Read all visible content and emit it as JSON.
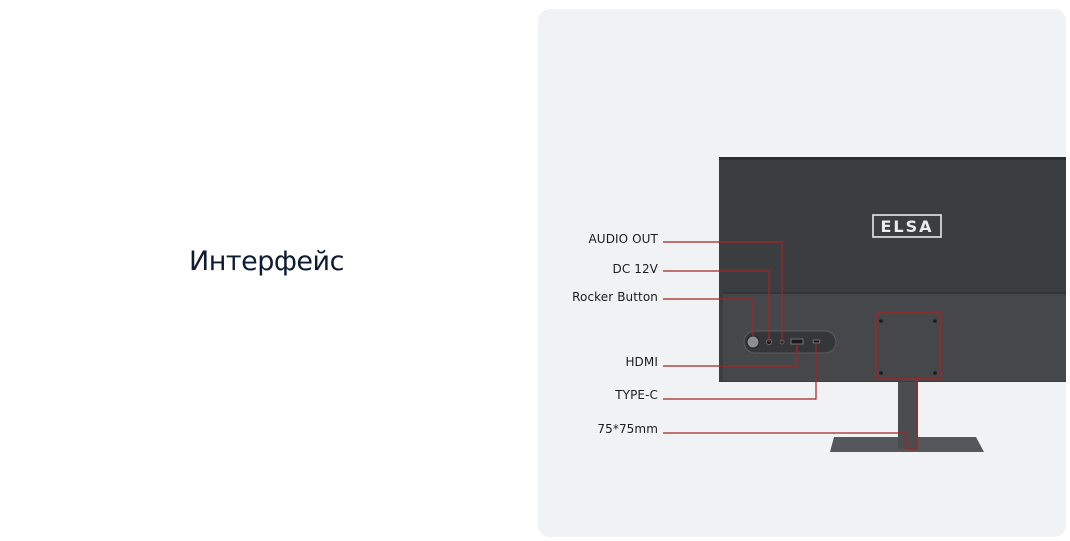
{
  "heading": "Интерфейс",
  "brand_logo": "ELSA",
  "labels": {
    "audio_out": "AUDIO OUT",
    "dc": "DC 12V",
    "rocker": "Rocker Button",
    "hdmi": "HDMI",
    "typec": "TYPE-C",
    "vesa": "75*75mm"
  },
  "colors": {
    "callout": "#a32424",
    "monitor": "#3b3d41",
    "background": "#f1f2f4",
    "heading": "#0d1b33"
  }
}
